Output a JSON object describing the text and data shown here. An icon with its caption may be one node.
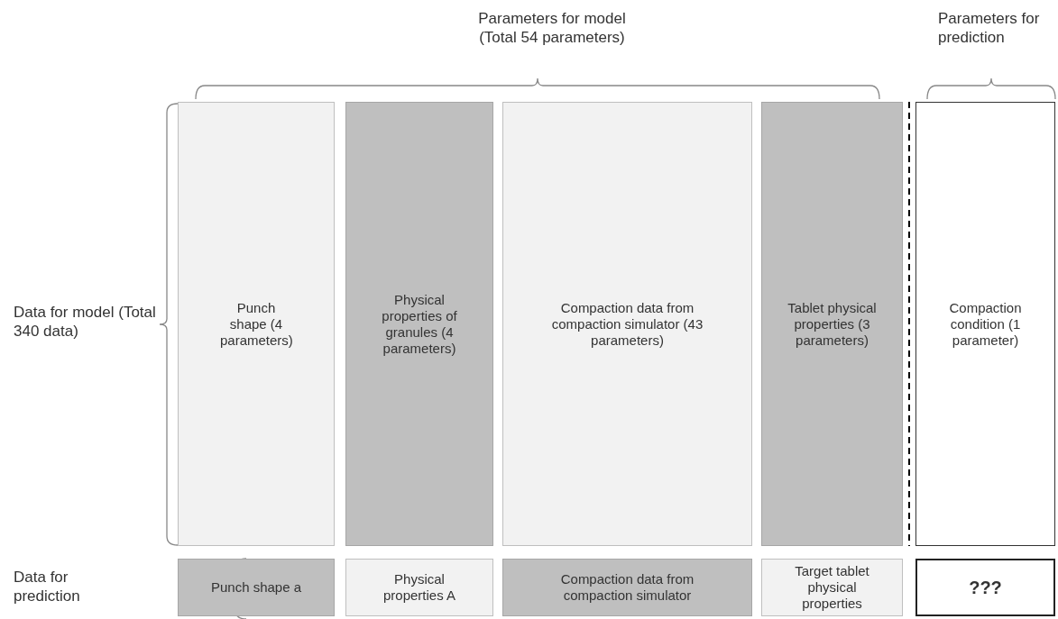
{
  "diagram": {
    "nodes": [
      {
        "text": [
          "Punch shape (4 parameters)"
        ]
      },
      {
        "text": [
          "Physical properties of granules (4 parameters)"
        ]
      },
      {
        "text": [
          "Compaction data from compaction simulator (43 parameters)"
        ]
      },
      {
        "text": [
          "Tablet physical properties (3 parameters)"
        ]
      },
      {
        "text": [
          "Compaction condition (1 parameter)"
        ]
      },
      {
        "text": [
          "Punch shape a"
        ]
      },
      {
        "text": [
          "Physical properties A"
        ]
      },
      {
        "text": [
          "Compaction data from compaction simulator"
        ]
      },
      {
        "text": [
          "Target tablet physical properties"
        ]
      },
      {
        "text": [
          "???"
        ]
      }
    ],
    "edges": [],
    "labels": [
      "Parameters for model (Total 54 parameters)",
      "Parameters for prediction",
      "Data for model (Total 340 data)",
      "Data for prediction"
    ]
  }
}
